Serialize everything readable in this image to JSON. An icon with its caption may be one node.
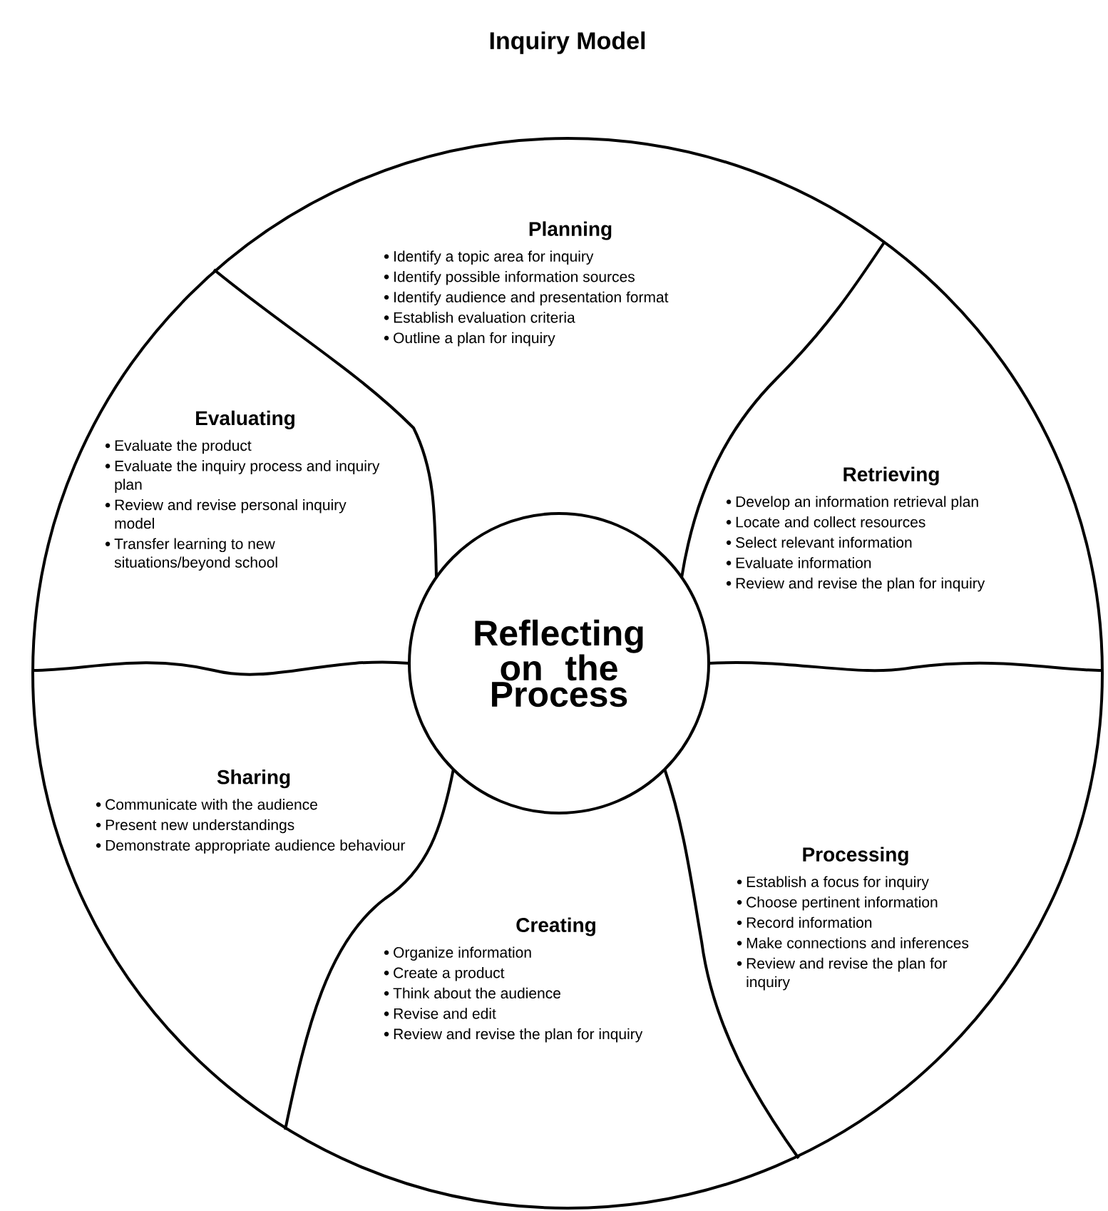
{
  "diagram": {
    "title": "Inquiry Model",
    "nodes": [
      {
        "text": [
          "Planning",
          "Identify a topic area for inquiry",
          "Identify possible information sources",
          "Identify audience and presentation format",
          "Establish evaluation criteria",
          "Outline a plan for inquiry"
        ]
      },
      {
        "text": [
          "Evaluating",
          "Evaluate the product",
          "Evaluate the inquiry process and inquiry plan",
          "Review and revise personal inquiry model",
          "Transfer learning to new situations/beyond school"
        ]
      },
      {
        "text": [
          "Retrieving",
          "Develop an information retrieval plan",
          "Locate and collect resources",
          "Select relevant information",
          "Evaluate information",
          "Review and revise the plan for inquiry"
        ]
      },
      {
        "text": [
          "Reflecting on the Process"
        ]
      },
      {
        "text": [
          "Sharing",
          "Communicate with the audience",
          "Present new understandings",
          "Demonstrate appropriate audience behaviour"
        ]
      },
      {
        "text": [
          "Processing",
          "Establish a focus for inquiry",
          "Choose pertinent information",
          "Record information",
          "Make connections and inferences",
          "Review and revise the plan for inquiry"
        ]
      },
      {
        "text": [
          "Creating",
          "Organize information",
          "Create a product",
          "Think about the audience",
          "Revise and edit",
          "Review and revise the plan for inquiry"
        ]
      }
    ]
  }
}
